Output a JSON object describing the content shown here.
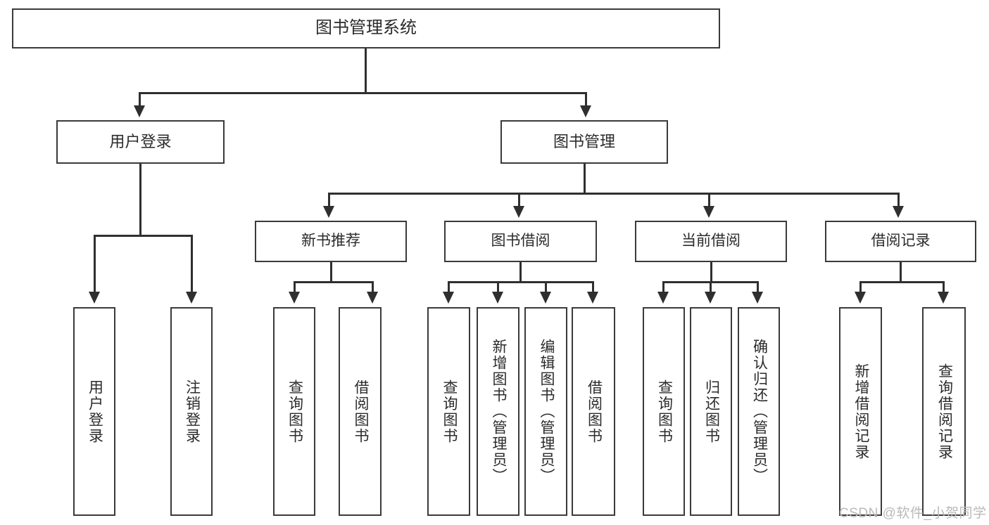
{
  "diagram": {
    "title": "图书管理系统",
    "type": "tree",
    "watermark": "CSDN @软件_小贺同学",
    "colors": {
      "stroke": "#3a3a3a",
      "line": "#2f2f2f",
      "fill": "#ffffff",
      "text": "#2b2b2b",
      "watermark": "#b9b9b9"
    },
    "root": {
      "label": "图书管理系统"
    },
    "level2": [
      {
        "label": "用户登录"
      },
      {
        "label": "图书管理"
      }
    ],
    "level3": [
      {
        "label": "新书推荐"
      },
      {
        "label": "图书借阅"
      },
      {
        "label": "当前借阅"
      },
      {
        "label": "借阅记录"
      }
    ],
    "leaves": {
      "user_login": [
        {
          "label": "用户登录"
        },
        {
          "label": "注销登录"
        }
      ],
      "new_book": [
        {
          "label": "查询图书"
        },
        {
          "label": "借阅图书"
        }
      ],
      "book_borrow": [
        {
          "label": "查询图书"
        },
        {
          "label": "新增图书（管理员）"
        },
        {
          "label": "编辑图书（管理员）"
        },
        {
          "label": "借阅图书"
        }
      ],
      "current_borrow": [
        {
          "label": "查询图书"
        },
        {
          "label": "归还图书"
        },
        {
          "label": "确认归还（管理员）"
        }
      ],
      "borrow_record": [
        {
          "label": "新增借阅记录"
        },
        {
          "label": "查询借阅记录"
        }
      ]
    }
  }
}
